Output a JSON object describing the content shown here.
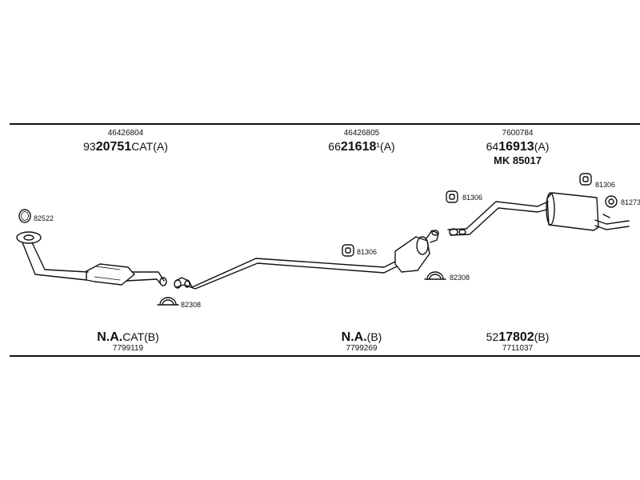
{
  "top_row": [
    {
      "ref": "46426804",
      "prefix": "93",
      "code": "20751",
      "suffix": "CAT(A)"
    },
    {
      "ref": "46426805",
      "prefix": "66",
      "code": "21618",
      "suffix": "¹(A)"
    },
    {
      "ref": "7600784",
      "prefix": "64",
      "code": "16913",
      "suffix": "(A)",
      "extra": "MK 85017"
    }
  ],
  "bottom_row": [
    {
      "code": "N.A.",
      "suffix": "CAT(B)",
      "ref": "7799119"
    },
    {
      "code": "N.A.",
      "suffix": "(B)",
      "ref": "7799269"
    },
    {
      "prefix": "52",
      "code": "17802",
      "suffix": "(B)",
      "ref": "7711037"
    }
  ],
  "part_labels": {
    "ring": "82522",
    "clamp_left": "82308",
    "hanger_mid": "81306",
    "clamp_mid": "82308",
    "hanger_right1": "81306",
    "hanger_right2": "81306",
    "hanger_edge": "81273"
  }
}
